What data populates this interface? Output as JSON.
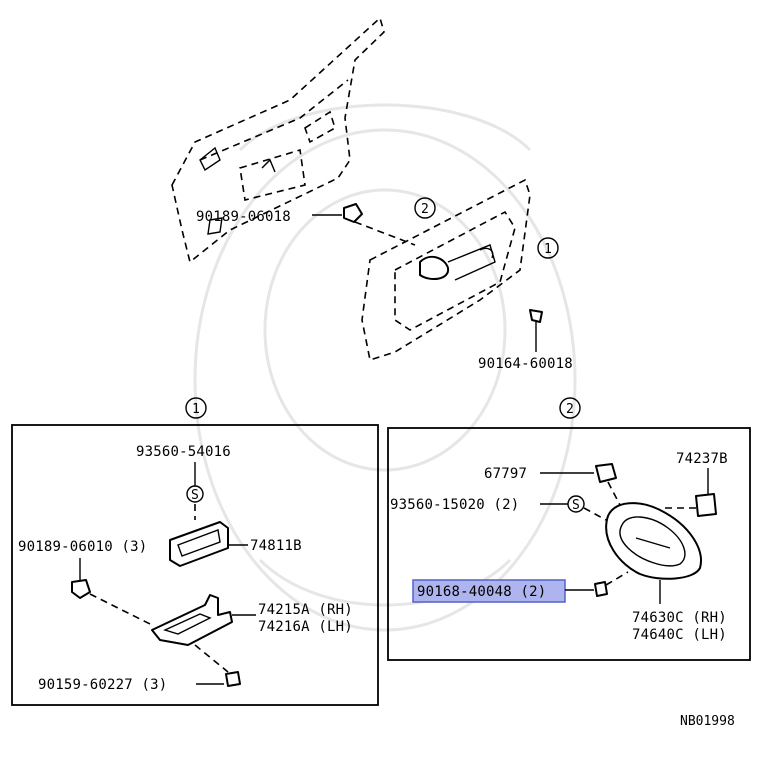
{
  "diagram_code": "NB01998",
  "callouts": {
    "one": "1",
    "two": "2"
  },
  "upper": {
    "clip_a": "90189-06018",
    "screw_a": "90164-60018"
  },
  "box1": {
    "plug": "93560-54016",
    "plug_symbol": "S",
    "bezel": "74811B",
    "clip": "90189-06010 (3)",
    "base_rh": "74215A (RH)",
    "base_lh": "74216A (LH)",
    "screw": "90159-60227 (3)"
  },
  "box2": {
    "nut": "67797",
    "retainer": "74237B",
    "plug": "93560-15020 (2)",
    "plug_symbol": "S",
    "screw_highlighted": "90168-40048 (2)",
    "cover_rh": "74630C (RH)",
    "cover_lh": "74640C (LH)"
  },
  "colors": {
    "highlight_fill": "#aeb4ee",
    "highlight_border": "#5560c8",
    "line": "#000000"
  }
}
